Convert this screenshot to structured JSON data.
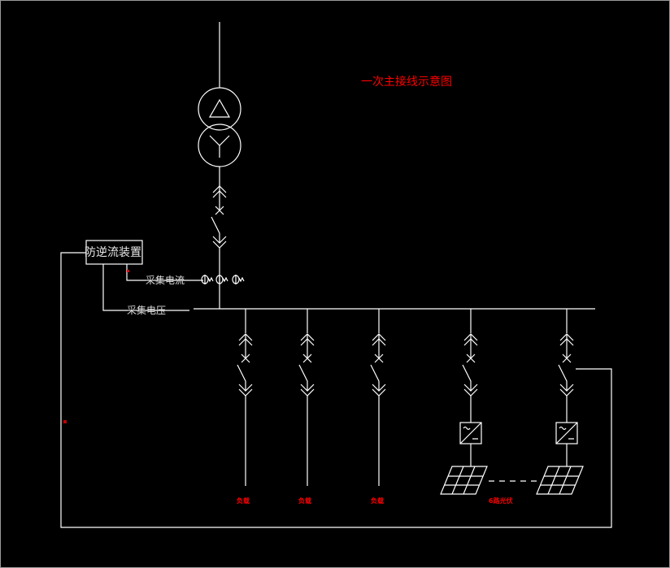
{
  "title": "一次主接线示意图",
  "device_label": "防逆流装置",
  "current_label": "采集电流",
  "voltage_label": "采集电压",
  "branches": [
    {
      "label": "负载",
      "type": "load"
    },
    {
      "label": "负载",
      "type": "load"
    },
    {
      "label": "负载",
      "type": "load"
    },
    {
      "label": "6路光伏",
      "type": "pv"
    },
    {
      "label": "",
      "type": "pv"
    }
  ],
  "colors": {
    "line": "#ffffff",
    "text_red": "#ff0000",
    "background": "#000000"
  }
}
